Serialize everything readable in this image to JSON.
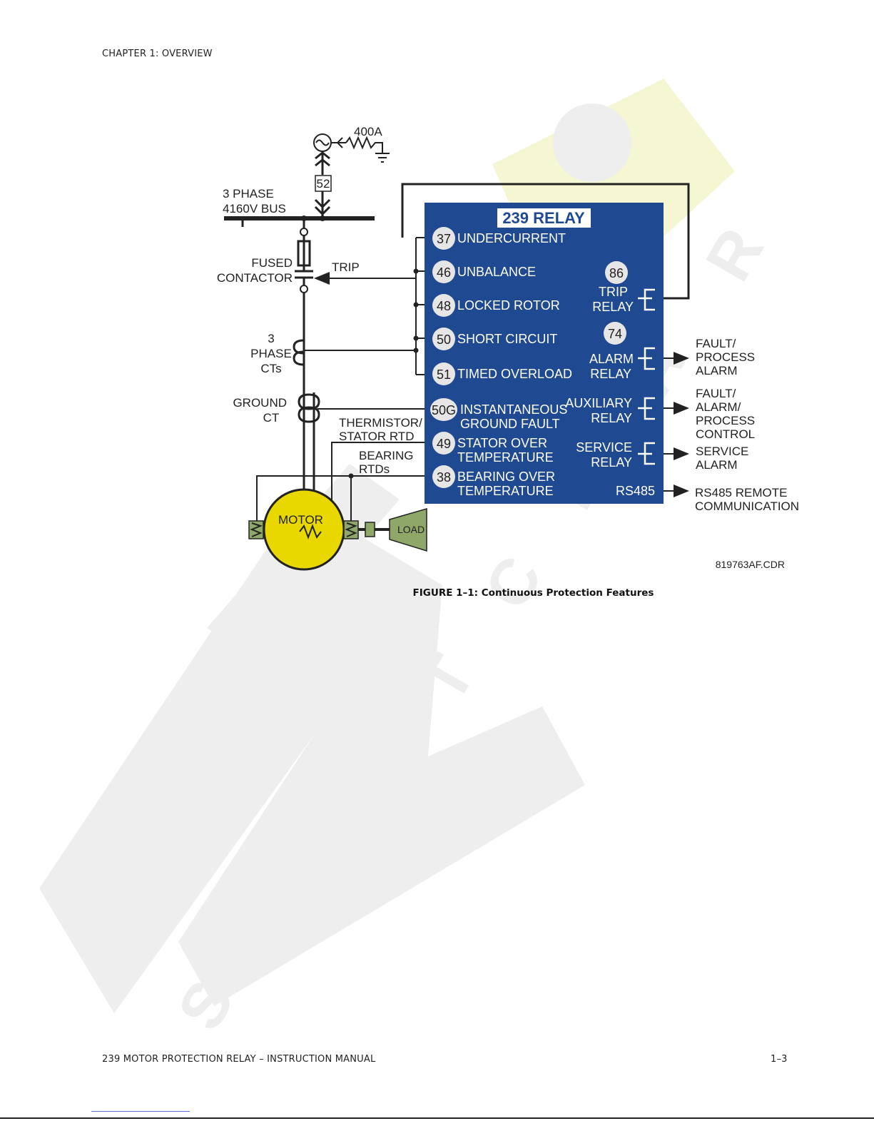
{
  "page": {
    "chapter": "CHAPTER 1: OVERVIEW",
    "footer_left": "239 MOTOR PROTECTION RELAY – INSTRUCTION MANUAL",
    "footer_right": "1–3",
    "caption": "FIGURE 1–1: Continuous Protection Features"
  },
  "diagram": {
    "source_rating": "400A",
    "breaker": "52",
    "bus_line1": "3 PHASE",
    "bus_line2": "4160V BUS",
    "fused_line1": "FUSED",
    "fused_line2": "CONTACTOR",
    "trip": "TRIP",
    "ct_line1": "3",
    "ct_line2": "PHASE",
    "ct_line3": "CTs",
    "gct_line1": "GROUND",
    "gct_line2": "CT",
    "therm_line1": "THERMISTOR/",
    "therm_line2": "STATOR RTD",
    "bearing_line1": "BEARING",
    "bearing_line2": "RTDs",
    "motor": "MOTOR",
    "load": "LOAD",
    "relay_title": "239 RELAY",
    "file_ref": "819763AF.CDR",
    "colors": {
      "panel": "#1f4a92",
      "motor": "#e8d800",
      "load": "#8fa86a",
      "watermark_yellow": "#f4f7cf"
    },
    "functions": [
      {
        "code": "37",
        "line1": "UNDERCURRENT",
        "line2": ""
      },
      {
        "code": "46",
        "line1": "UNBALANCE",
        "line2": ""
      },
      {
        "code": "48",
        "line1": "LOCKED ROTOR",
        "line2": ""
      },
      {
        "code": "50",
        "line1": "SHORT CIRCUIT",
        "line2": ""
      },
      {
        "code": "51",
        "line1": "TIMED OVERLOAD",
        "line2": ""
      },
      {
        "code": "50G",
        "line1": "INSTANTANEOUS",
        "line2": "GROUND FAULT"
      },
      {
        "code": "49",
        "line1": "STATOR OVER",
        "line2": "TEMPERATURE"
      },
      {
        "code": "38",
        "line1": "BEARING OVER",
        "line2": "TEMPERATURE"
      }
    ],
    "relays": {
      "trip": {
        "code": "86",
        "line1": "TRIP",
        "line2": "RELAY"
      },
      "alarm": {
        "code": "74",
        "line1": "ALARM",
        "line2": "RELAY"
      },
      "aux": {
        "line1": "AUXILIARY",
        "line2": "RELAY"
      },
      "service": {
        "line1": "SERVICE",
        "line2": "RELAY"
      },
      "rs485": "RS485"
    },
    "outputs": {
      "alarm": [
        "FAULT/",
        "PROCESS",
        "ALARM"
      ],
      "aux": [
        "FAULT/",
        "ALARM/",
        "PROCESS",
        "CONTROL"
      ],
      "service": [
        "SERVICE",
        "ALARM"
      ],
      "rs485": [
        "RS485 REMOTE",
        "COMMUNICATION"
      ]
    }
  }
}
